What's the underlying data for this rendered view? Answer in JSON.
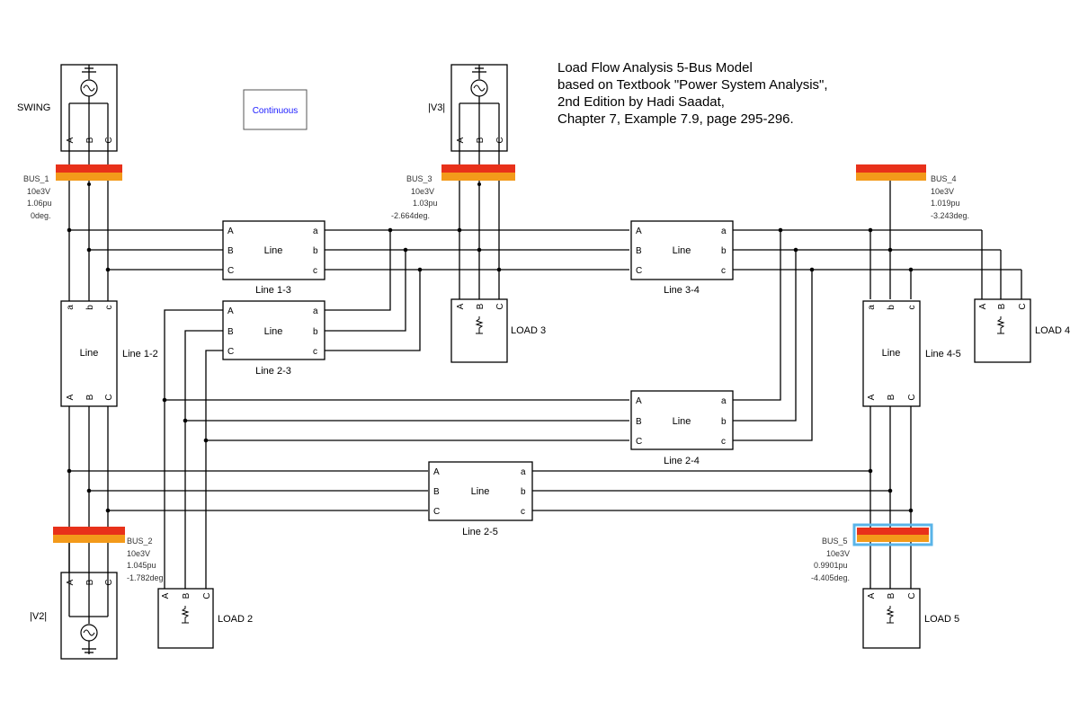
{
  "title": {
    "lines": [
      "Load Flow Analysis 5-Bus Model",
      "based on Textbook \"Power System Analysis\",",
      "2nd Edition by Hadi Saadat,",
      "Chapter 7, Example 7.9, page 295-296."
    ]
  },
  "powergui": {
    "label": "Continuous"
  },
  "sources": {
    "swing": {
      "name": "SWING"
    },
    "v2": {
      "name": "|V2|"
    },
    "v3": {
      "name": "|V3|"
    }
  },
  "buses": {
    "bus1": {
      "name": "BUS_1",
      "base": "10e3V",
      "voltage": "1.06pu",
      "angle": "0deg."
    },
    "bus2": {
      "name": "BUS_2",
      "base": "10e3V",
      "voltage": "1.045pu",
      "angle": "-1.782deg."
    },
    "bus3": {
      "name": "BUS_3",
      "base": "10e3V",
      "voltage": "1.03pu",
      "angle": "-2.664deg."
    },
    "bus4": {
      "name": "BUS_4",
      "base": "10e3V",
      "voltage": "1.019pu",
      "angle": "-3.243deg."
    },
    "bus5": {
      "name": "BUS_5",
      "base": "10e3V",
      "voltage": "0.9901pu",
      "angle": "-4.405deg."
    }
  },
  "lines": {
    "block_label": "Line",
    "l13": {
      "name": "Line 1-3"
    },
    "l23": {
      "name": "Line 2-3"
    },
    "l34": {
      "name": "Line 3-4"
    },
    "l24": {
      "name": "Line 2-4"
    },
    "l25": {
      "name": "Line 2-5"
    },
    "l12": {
      "name": "Line 1-2"
    },
    "l45": {
      "name": "Line 4-5"
    }
  },
  "loads": {
    "load2": {
      "name": "LOAD 2"
    },
    "load3": {
      "name": "LOAD 3"
    },
    "load4": {
      "name": "LOAD 4"
    },
    "load5": {
      "name": "LOAD 5"
    }
  },
  "ports": {
    "upper": [
      "A",
      "B",
      "C"
    ],
    "lower": [
      "a",
      "b",
      "c"
    ]
  },
  "colors": {
    "busbar_top": "#e8311a",
    "busbar_bottom": "#f39a1a",
    "selection": "#5ab4e8",
    "powergui_text": "#1a1aff"
  }
}
